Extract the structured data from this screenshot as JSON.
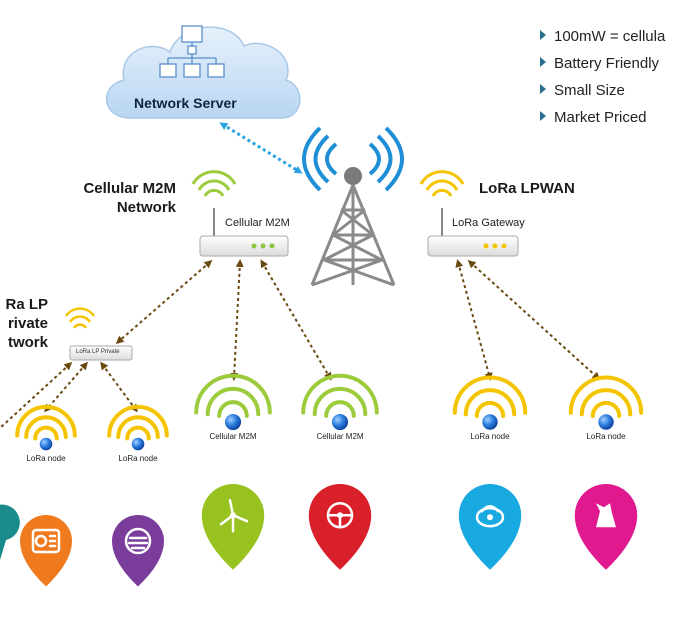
{
  "bullets": [
    "100mW = cellula",
    "Battery Friendly",
    "Small Size",
    "Market Priced"
  ],
  "labels": {
    "network_server": "Network Server",
    "cellular_m2m_title_l1": "Cellular M2M",
    "cellular_m2m_title_l2": "Network",
    "lora_lpwan_title": "LoRa LPWAN",
    "lora_private_l1": "Ra LP",
    "lora_private_l2": "rivate",
    "lora_private_l3": "twork",
    "cellular_router": "Cellular M2M",
    "lora_gateway": "LoRa Gateway",
    "private_router": "LoRa LP Private"
  },
  "nodes": [
    {
      "label": "LoRa node",
      "icon": "meter-icon",
      "color": "#f07a1e"
    },
    {
      "label": "LoRa node",
      "icon": "manhole-icon",
      "color": "#7a3d9c"
    },
    {
      "label": "Cellular M2M",
      "icon": "wind-turbine-icon",
      "color": "#98c21f"
    },
    {
      "label": "Cellular M2M",
      "icon": "steering-wheel-icon",
      "color": "#d9202a"
    },
    {
      "label": "LoRa node",
      "icon": "water-meter-icon",
      "color": "#19a9e1"
    },
    {
      "label": "LoRa node",
      "icon": "pet-icon",
      "color": "#e0198e"
    }
  ],
  "colors": {
    "link": "#6b4a10",
    "server_link": "#29a3e0",
    "tower": "#8a8a8a",
    "wifi_yellow": "#f5c400",
    "wifi_green": "#9ccb3b",
    "dot_blue": "#1f6fd1"
  }
}
